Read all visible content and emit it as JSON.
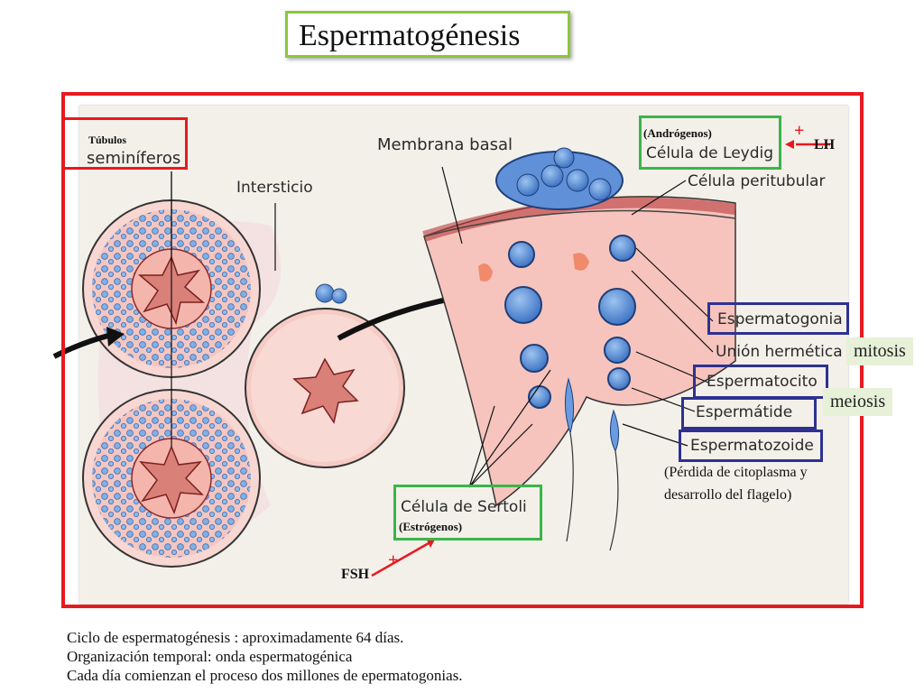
{
  "title": "Espermatogénesis",
  "labels": {
    "tubulos_small": "Túbulos",
    "tubulos_large": "seminíferos",
    "intersticio": "Intersticio",
    "membrana_basal": "Membrana basal",
    "androgenos": "(Andrógenos)",
    "celula_leydig": "Célula de Leydig",
    "lh": "LH",
    "plus": "+",
    "celula_peritubular": "Célula peritubular",
    "espermatogonia": "Espermatogonia",
    "union_hermetica": "Unión hermética",
    "espermatocito": "Espermatocito",
    "espermatide": "Espermátide",
    "espermatozoide": "Espermatozoide",
    "mitosis": "mitosis",
    "meiosis": "meiosis",
    "perdida_line1": "(Pérdida de citoplasma y",
    "perdida_line2": "desarrollo del flagelo)",
    "celula_sertoli": "Célula de Sertoli",
    "estrogenos": "(Estrógenos)",
    "fsh": "FSH"
  },
  "caption": [
    "Ciclo de espermatogénesis : aproximadamente 64 días.",
    "Organización temporal: onda espermatogénica",
    "Cada día comienzan el proceso dos millones de epermatogonias."
  ],
  "colors": {
    "frame_red": "#e8191f",
    "title_green": "#8cc63f",
    "callout_blue": "#2e3192",
    "callout_green": "#39b54a",
    "tissue_pink": "#f6c3bd",
    "cell_blue": "#5b8fd6"
  }
}
